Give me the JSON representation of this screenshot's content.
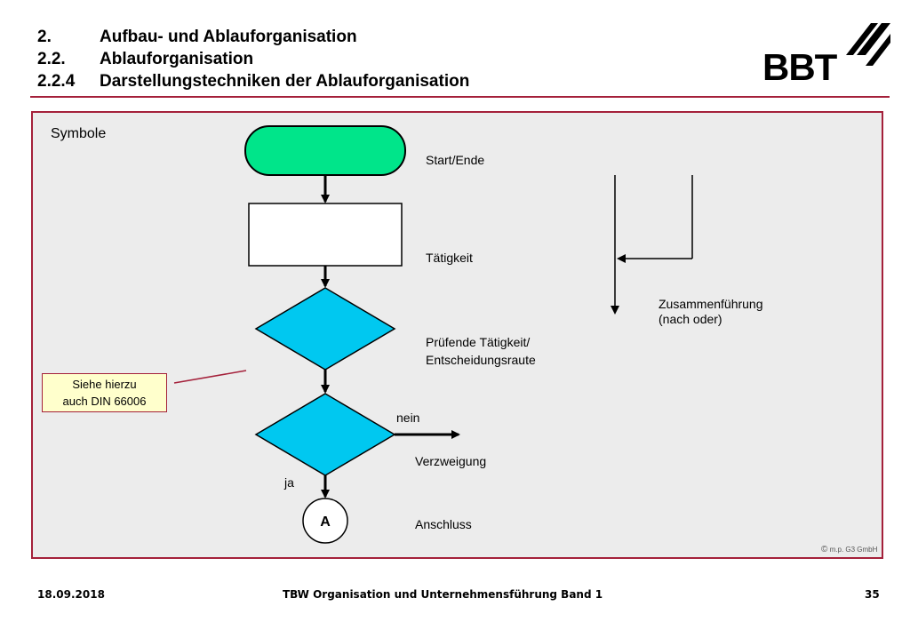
{
  "header": {
    "lines": [
      {
        "num": "2.",
        "text": "Aufbau- und Ablauforganisation"
      },
      {
        "num": "2.2.",
        "text": "Ablauforganisation"
      },
      {
        "num": "2.2.4",
        "text": "Darstellungstechniken der Ablauforganisation"
      }
    ],
    "logo_text": "BBT"
  },
  "panel": {
    "heading": "Symbole",
    "labels": {
      "start_end": "Start/Ende",
      "activity": "Tätigkeit",
      "decision_line1": "Prüfende Tätigkeit/",
      "decision_line2": "Entscheidungsraute",
      "no": "nein",
      "branch": "Verzweigung",
      "yes": "ja",
      "connector_letter": "A",
      "connector": "Anschluss",
      "merge_line1": "Zusammenführung",
      "merge_line2": "(nach oder)"
    },
    "note": {
      "line1": "Siehe hierzu",
      "line2": "auch DIN 66006"
    },
    "copyright": {
      "symbol": "©",
      "text": "m.p. G3 GmbH"
    }
  },
  "footer": {
    "date": "18.09.2018",
    "title": "TBW Organisation und Unternehmensführung Band 1",
    "page": "35"
  },
  "colors": {
    "accent": "#a4203a",
    "start_end_fill": "#00e58a",
    "diamond_fill": "#00c8f0",
    "panel_bg": "#ececec",
    "note_bg": "#ffffcc"
  }
}
